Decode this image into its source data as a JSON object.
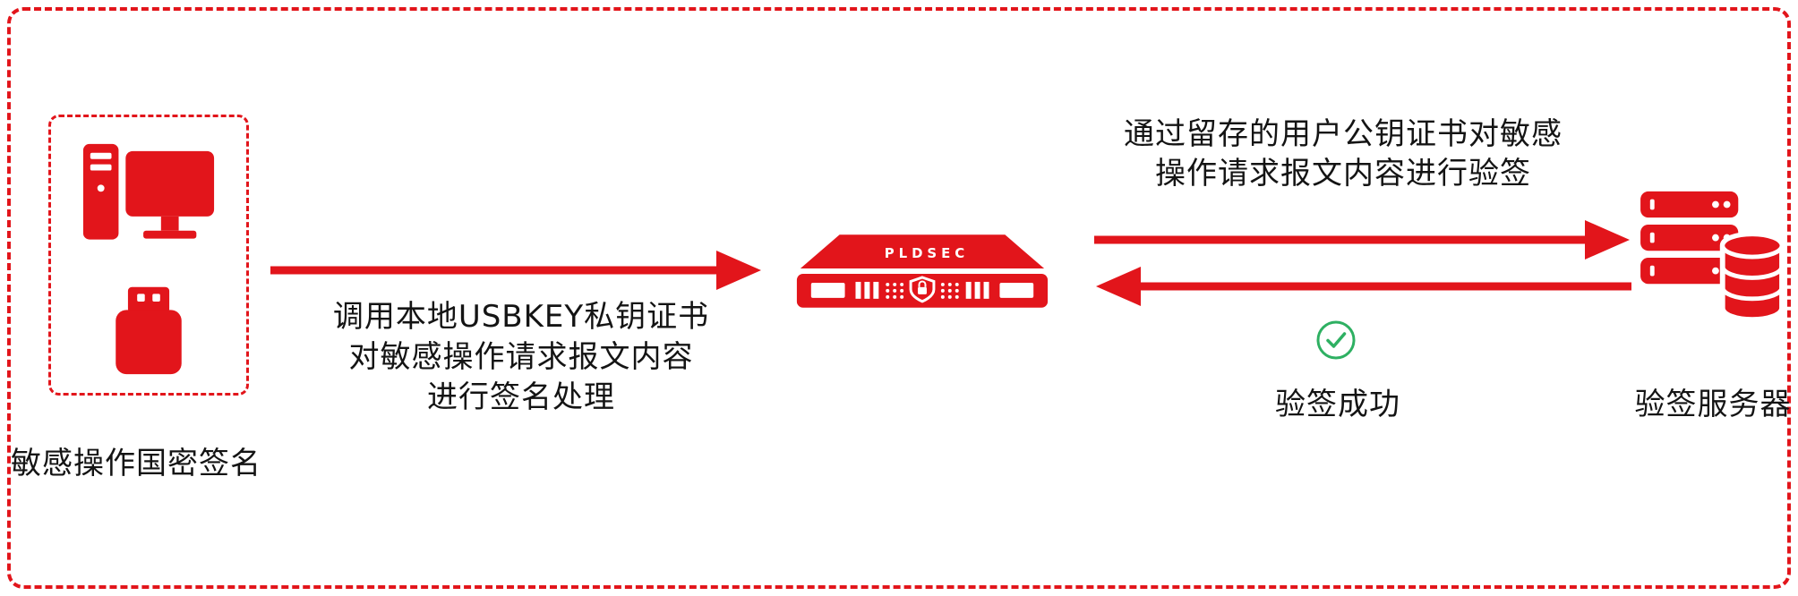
{
  "colors": {
    "red": "#E2151B",
    "green": "#2EB062",
    "text": "#141414"
  },
  "client": {
    "label": "敏感操作国密签名"
  },
  "sign_flow": {
    "caption_lines": [
      "调用本地USBKEY私钥证书",
      "对敏感操作请求报文内容",
      "进行签名处理"
    ]
  },
  "gateway": {
    "name": "PLDSEC"
  },
  "verify_flow": {
    "caption_lines": [
      "通过留存的用户公钥证书对敏感",
      "操作请求报文内容进行验签"
    ],
    "result_label": "验签成功"
  },
  "server": {
    "label": "验签服务器"
  }
}
